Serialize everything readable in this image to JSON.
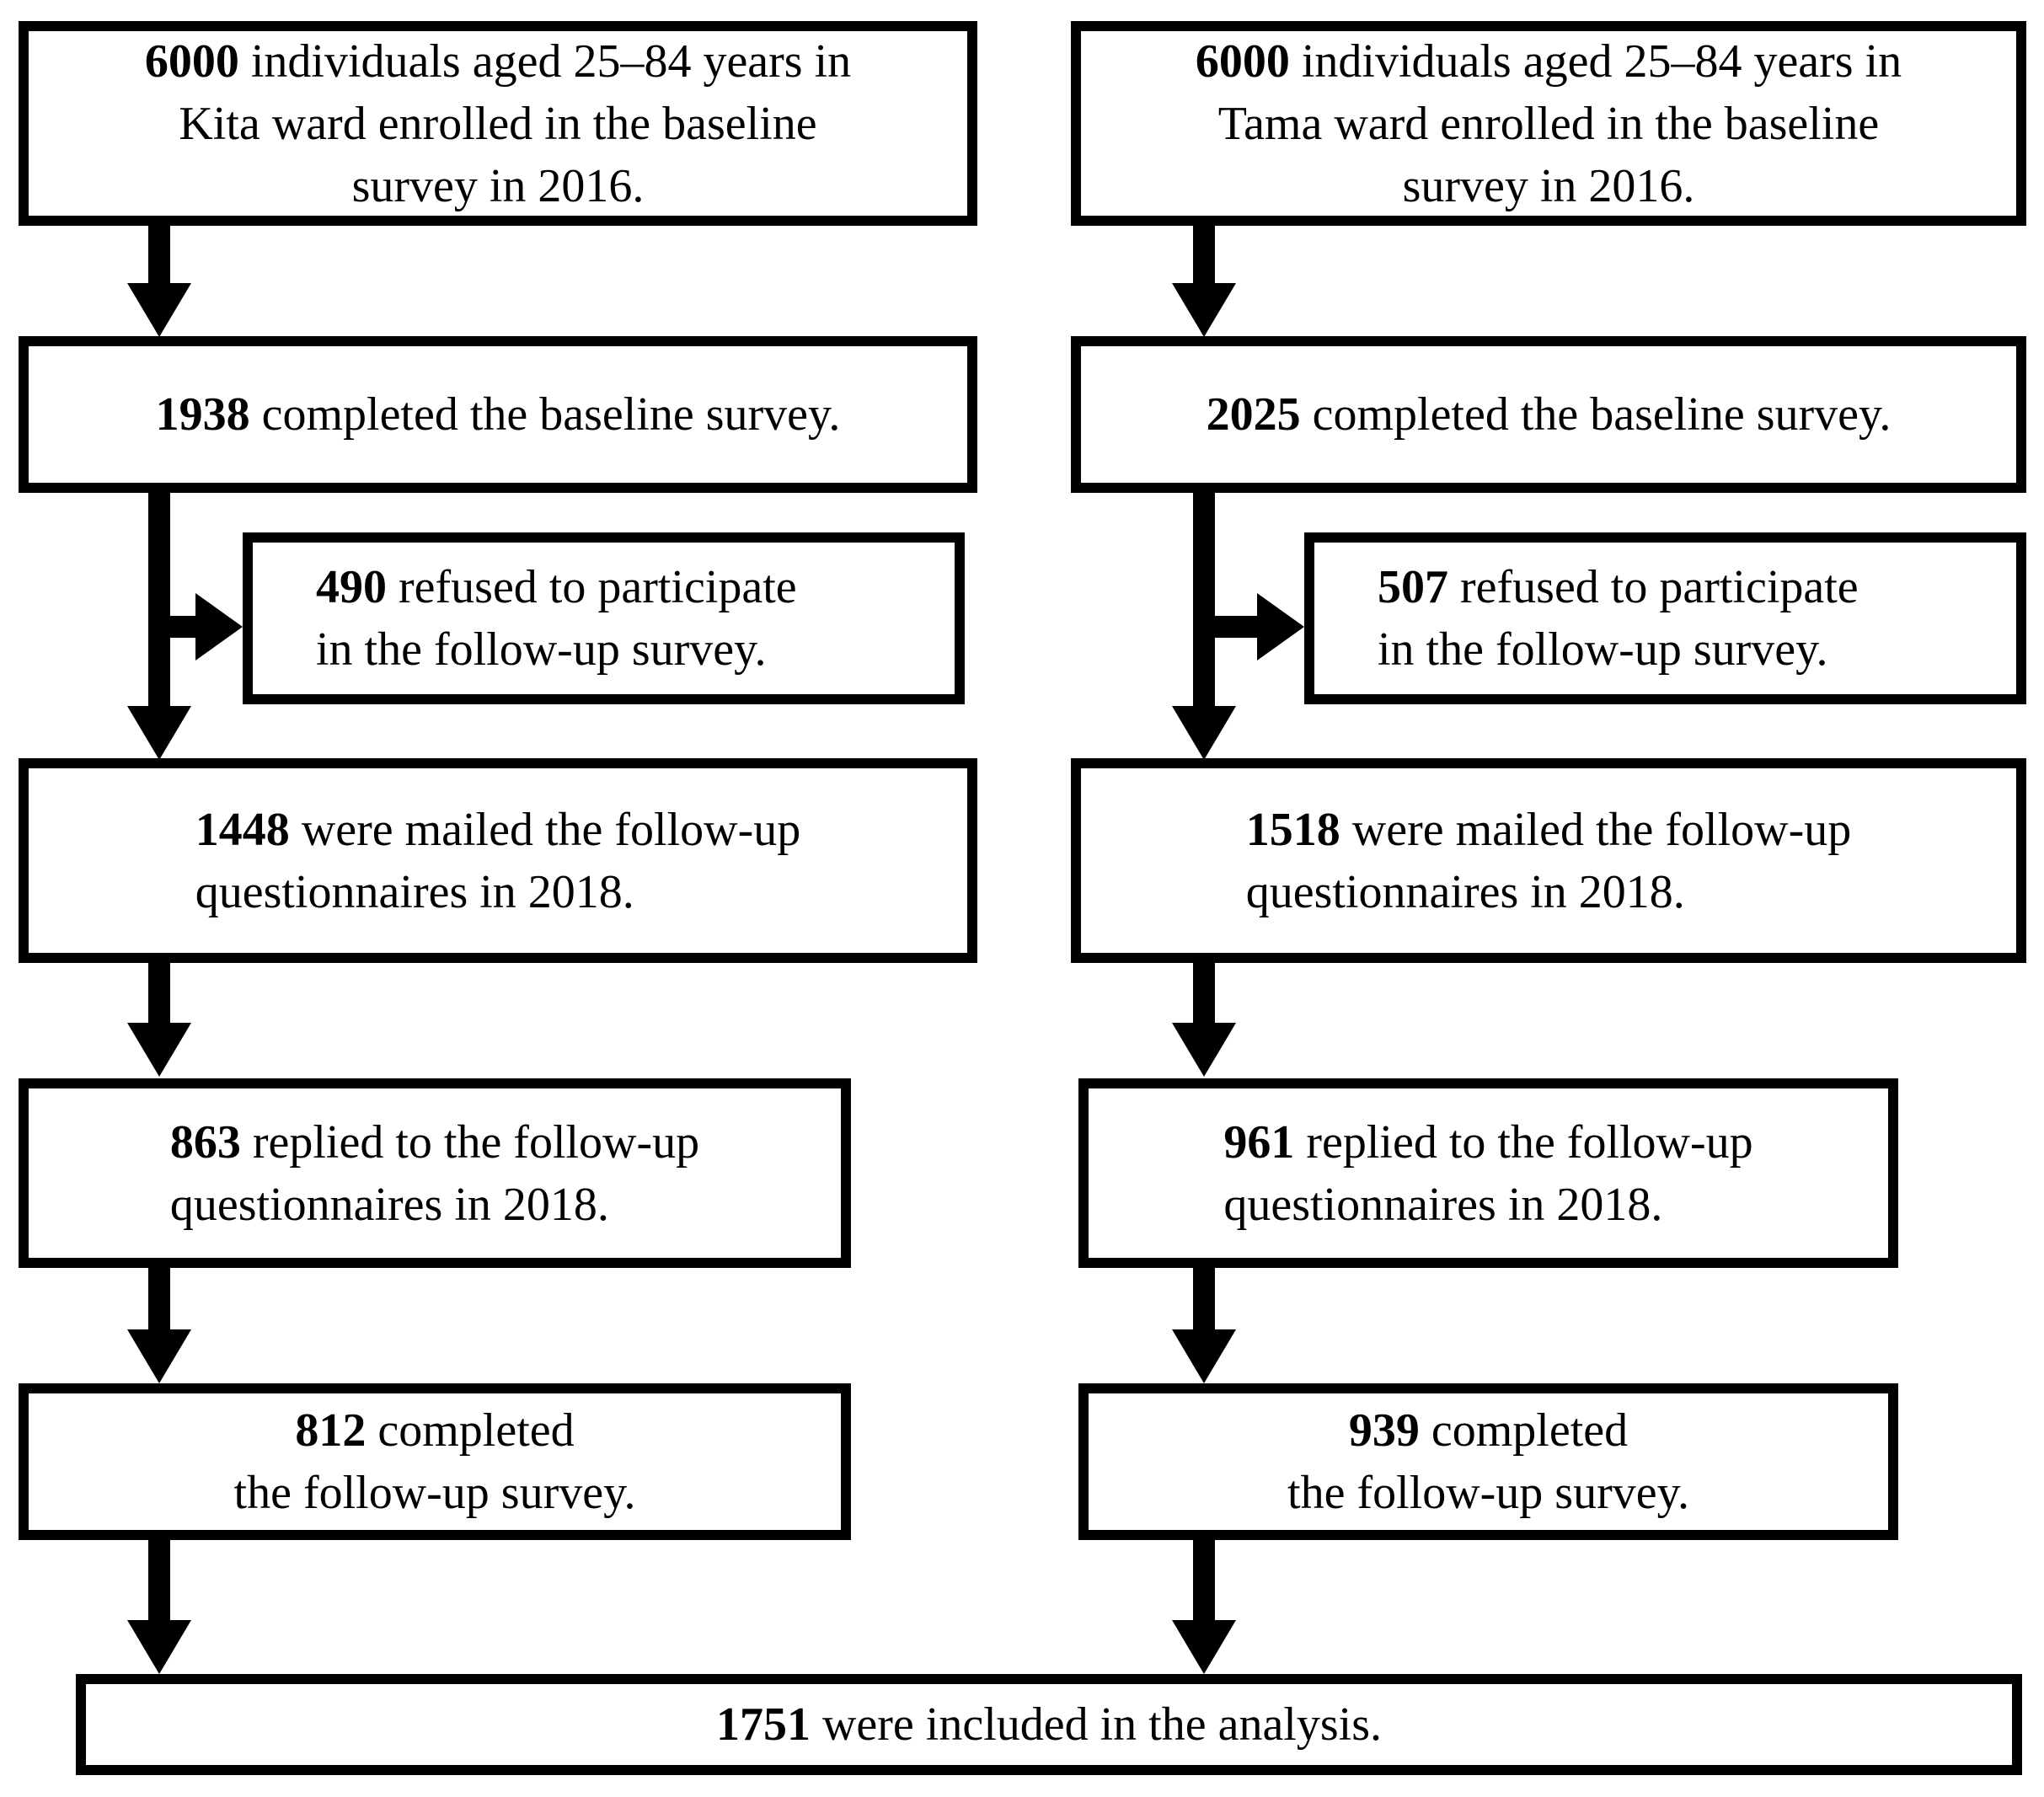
{
  "colors": {
    "line": "#000000",
    "background": "#ffffff"
  },
  "columns": {
    "kita": {
      "enrolled": {
        "number": "6000",
        "line1": " individuals aged 25–84 years in",
        "line2": "Kita ward enrolled in the baseline",
        "line3": "survey in 2016."
      },
      "baseline": {
        "number": "1938",
        "line1": " completed the baseline survey."
      },
      "refused": {
        "number": "490",
        "line1": " refused to participate",
        "line2": "in the follow-up survey."
      },
      "mailed": {
        "number": "1448",
        "line1": " were mailed the follow-up",
        "line2": "questionnaires in 2018."
      },
      "replied": {
        "number": "863",
        "line1": " replied to the follow-up",
        "line2": "questionnaires in 2018."
      },
      "followup": {
        "number": "812",
        "line1": " completed",
        "line2": "the follow-up survey."
      }
    },
    "tama": {
      "enrolled": {
        "number": "6000",
        "line1": " individuals aged 25–84 years in",
        "line2": "Tama ward enrolled in the baseline",
        "line3": "survey in 2016."
      },
      "baseline": {
        "number": "2025",
        "line1": " completed the baseline survey."
      },
      "refused": {
        "number": "507",
        "line1": " refused to participate",
        "line2": "in the follow-up survey."
      },
      "mailed": {
        "number": "1518",
        "line1": " were mailed the follow-up",
        "line2": "questionnaires in 2018."
      },
      "replied": {
        "number": "961",
        "line1": " replied to the follow-up",
        "line2": "questionnaires in 2018."
      },
      "followup": {
        "number": "939",
        "line1": " completed",
        "line2": "the follow-up survey."
      }
    }
  },
  "included": {
    "number": "1751",
    "line1": " were included in the analysis."
  }
}
